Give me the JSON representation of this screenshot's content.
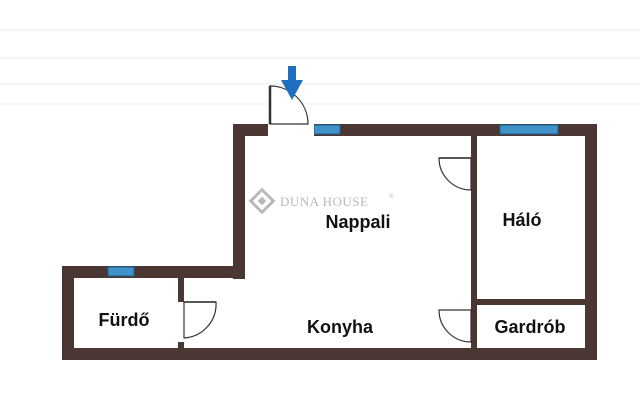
{
  "rooms": {
    "nappali": "Nappali",
    "halo": "Háló",
    "furdo": "Fürdő",
    "konyha": "Konyha",
    "gardrob": "Gardrób"
  },
  "watermark": {
    "text": "DUNA HOUSE",
    "mark": "®"
  },
  "colors": {
    "wall": "#4a3632",
    "window": "#3f93c9",
    "floor": "#ffffff",
    "entrance_arrow": "#1f6fc0",
    "watermark": "#b9b9b9"
  },
  "icons": {
    "entrance": "down-arrow-icon",
    "watermark_logo": "diamond-logo-icon"
  }
}
